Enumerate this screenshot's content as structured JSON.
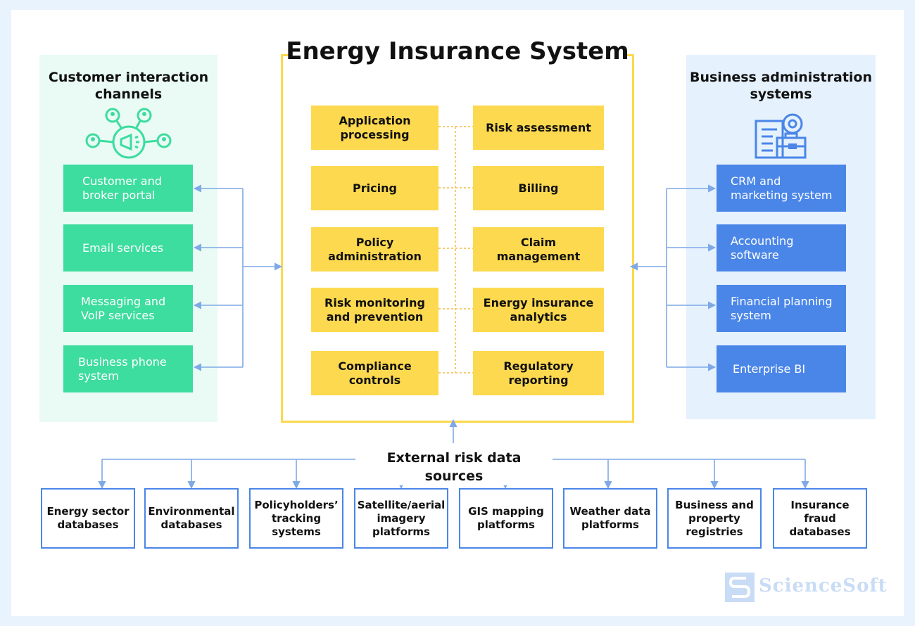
{
  "title": "Energy Insurance System",
  "left_panel": {
    "title_line1": "Customer interaction",
    "title_line2": "channels",
    "icon": "customers-megaphone-icon",
    "items": [
      {
        "l1": "Customer and",
        "l2": "broker portal"
      },
      {
        "l1": "Email services",
        "l2": ""
      },
      {
        "l1": "Messaging and",
        "l2": "VoIP services"
      },
      {
        "l1": "Business phone",
        "l2": "system"
      }
    ]
  },
  "right_panel": {
    "title_line1": "Business administration",
    "title_line2": "systems",
    "icon": "documents-briefcase-gear-icon",
    "items": [
      {
        "l1": "CRM and",
        "l2": "marketing system"
      },
      {
        "l1": "Accounting",
        "l2": "software"
      },
      {
        "l1": "Financial planning",
        "l2": "system"
      },
      {
        "l1": "Enterprise BI",
        "l2": ""
      }
    ]
  },
  "modules": [
    {
      "l1": "Application",
      "l2": "processing"
    },
    {
      "l1": "Risk assessment",
      "l2": ""
    },
    {
      "l1": "Pricing",
      "l2": ""
    },
    {
      "l1": "Billing",
      "l2": ""
    },
    {
      "l1": "Policy",
      "l2": "administration"
    },
    {
      "l1": "Claim management",
      "l2": ""
    },
    {
      "l1": "Risk monitoring",
      "l2": "and prevention"
    },
    {
      "l1": "Energy insurance",
      "l2": "analytics"
    },
    {
      "l1": "Compliance controls",
      "l2": ""
    },
    {
      "l1": "Regulatory reporting",
      "l2": ""
    }
  ],
  "external": {
    "title": "External risk data sources",
    "items": [
      {
        "l1": "Energy sector",
        "l2": "databases",
        "l3": ""
      },
      {
        "l1": "Environmental",
        "l2": "databases",
        "l3": ""
      },
      {
        "l1": "Policyholders’",
        "l2": "tracking",
        "l3": "systems"
      },
      {
        "l1": "Satellite/aerial",
        "l2": "imagery",
        "l3": "platforms"
      },
      {
        "l1": "GIS mapping",
        "l2": "platforms",
        "l3": ""
      },
      {
        "l1": "Weather data",
        "l2": "platforms",
        "l3": ""
      },
      {
        "l1": "Business and",
        "l2": "property",
        "l3": "registries"
      },
      {
        "l1": "Insurance",
        "l2": "fraud",
        "l3": "databases"
      }
    ]
  },
  "logo": "ScienceSoft",
  "colors": {
    "green": "#3ddc9f",
    "blue": "#4a86e8",
    "yellow": "#fdd94f",
    "connector": "#7fa9e6"
  }
}
